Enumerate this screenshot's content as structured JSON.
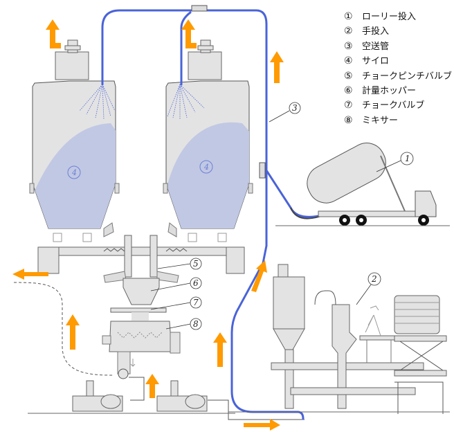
{
  "legend": {
    "items": [
      {
        "number": "①",
        "label": "ローリー投入"
      },
      {
        "number": "②",
        "label": "手投入"
      },
      {
        "number": "③",
        "label": "空送管"
      },
      {
        "number": "④",
        "label": "サイロ"
      },
      {
        "number": "⑤",
        "label": "チョークピンチバルブ"
      },
      {
        "number": "⑥",
        "label": "計量ホッパー"
      },
      {
        "number": "⑦",
        "label": "チョークバルブ"
      },
      {
        "number": "⑧",
        "label": "ミキサー"
      }
    ]
  },
  "callouts": {
    "c1": "1",
    "c2": "2",
    "c3": "3",
    "silo_left": "4",
    "silo_right": "4",
    "c5": "5",
    "c6": "6",
    "c7": "7",
    "c8": "8"
  },
  "colors": {
    "pipe": "#4a63d8",
    "arrow": "#ff9a00",
    "equipment": "#e3e3e3",
    "material": "#c1c8e4",
    "outline": "#555555"
  }
}
